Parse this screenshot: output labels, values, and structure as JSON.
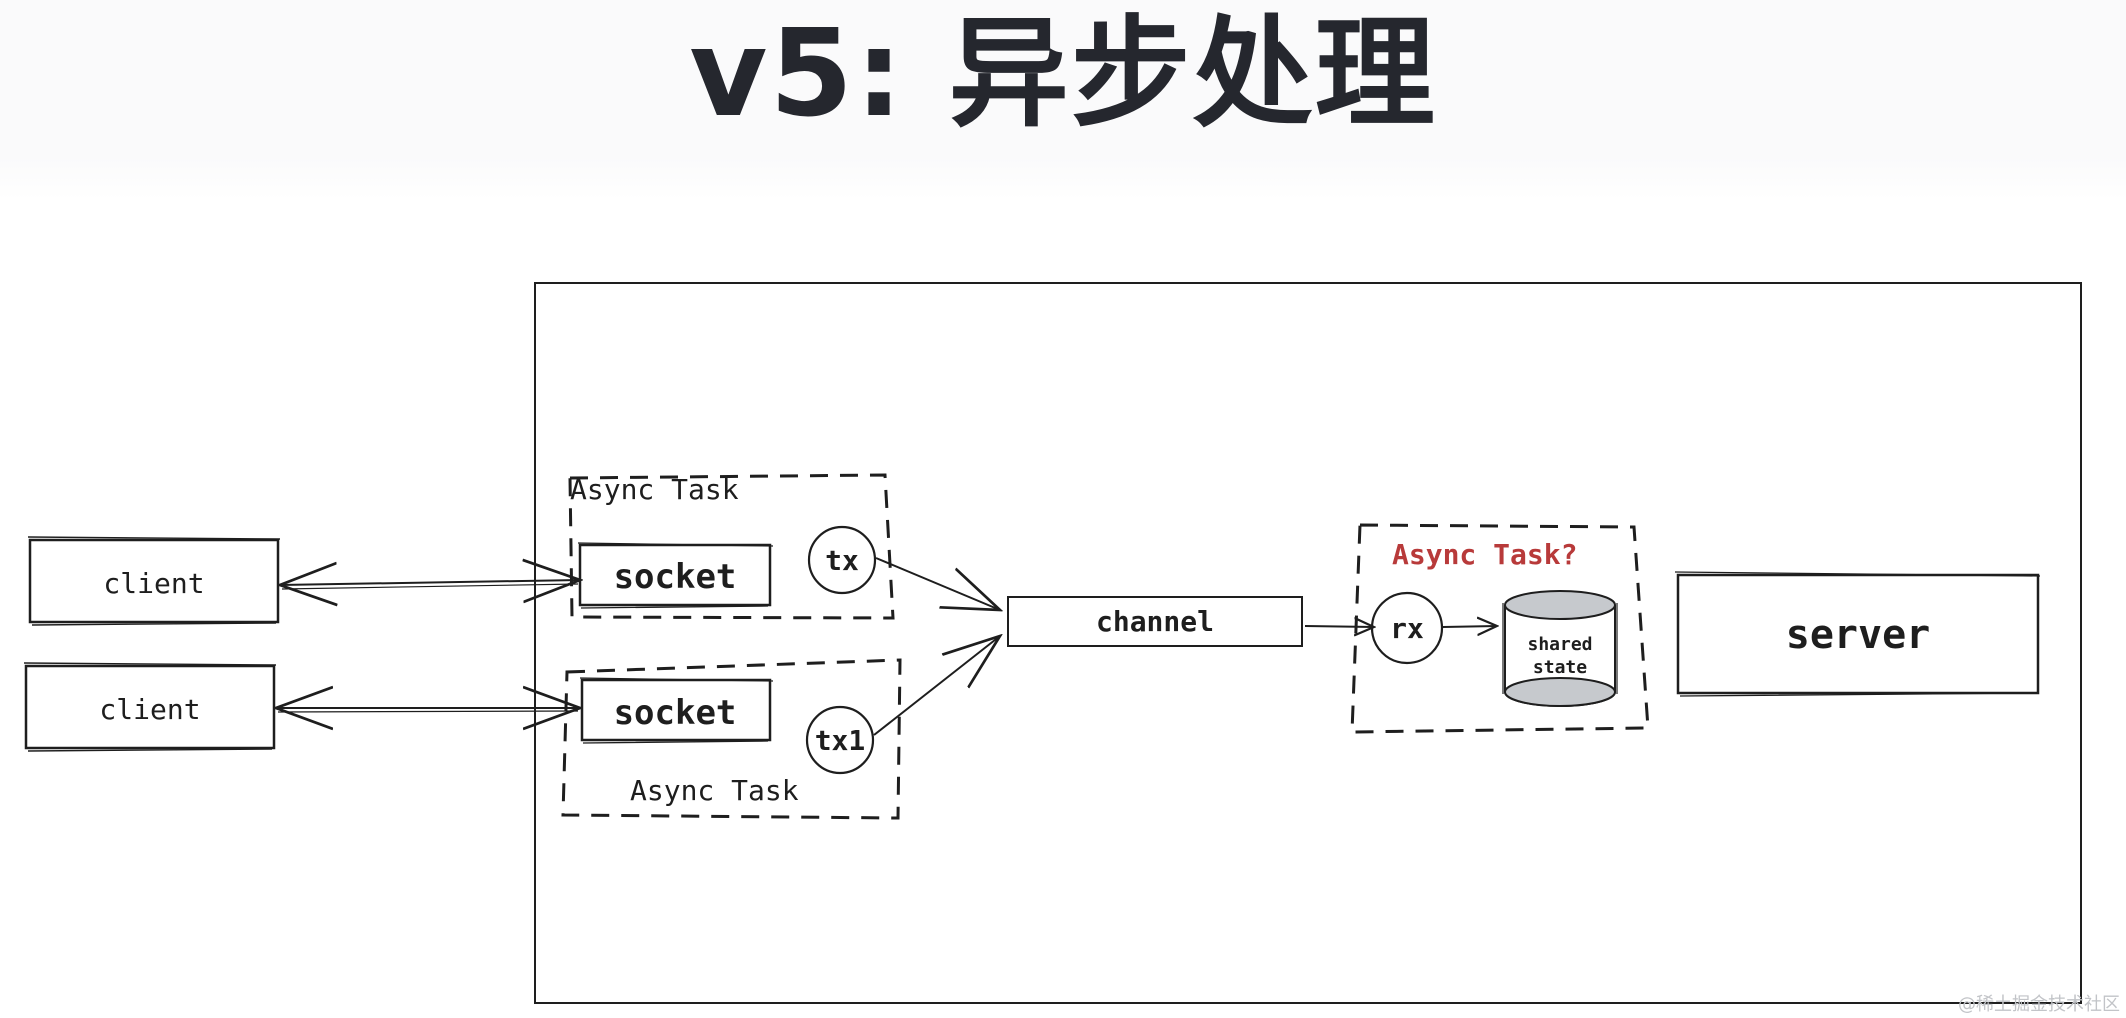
{
  "title": "v5: 异步处理",
  "nodes": {
    "client_1": "client",
    "client_2": "client",
    "socket_1": "socket",
    "socket_2": "socket",
    "tx": "tx",
    "tx1": "tx1",
    "channel": "channel",
    "rx": "rx",
    "shared_state_line1": "shared",
    "shared_state_line2": "state",
    "server": "server"
  },
  "groups": {
    "async_task_top": "Async Task",
    "async_task_bottom": "Async Task",
    "async_task_question": "Async Task?"
  },
  "colors": {
    "stroke": "#1e1e1e",
    "question_label": "#b83a3a",
    "db_fill": "#c6c9cd"
  },
  "watermark": "@稀土掘金技术社区"
}
